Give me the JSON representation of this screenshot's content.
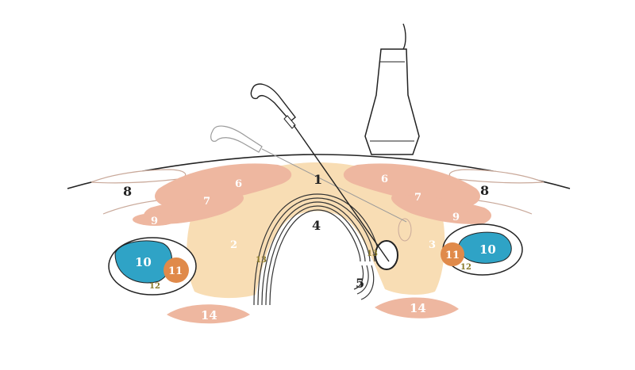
{
  "labels": {
    "l1": "1",
    "l2": "2",
    "l3": "3",
    "l4": "4",
    "l5": "5",
    "l6a": "6",
    "l6b": "6",
    "l7a": "7",
    "l7b": "7",
    "l8a": "8",
    "l8b": "8",
    "l9a": "9",
    "l9b": "9",
    "l10a": "10",
    "l10b": "10",
    "l11a": "11",
    "l11b": "11",
    "l12a": "12",
    "l12b": "12",
    "l13a": "13",
    "l13b": "13",
    "l14a": "14",
    "l14b": "14"
  },
  "colors": {
    "muscle": "#eeb7a0",
    "fascia": "#f8ddb4",
    "vein": "#2fa3c6",
    "artery": "#e08a4a",
    "outline": "#222222"
  }
}
